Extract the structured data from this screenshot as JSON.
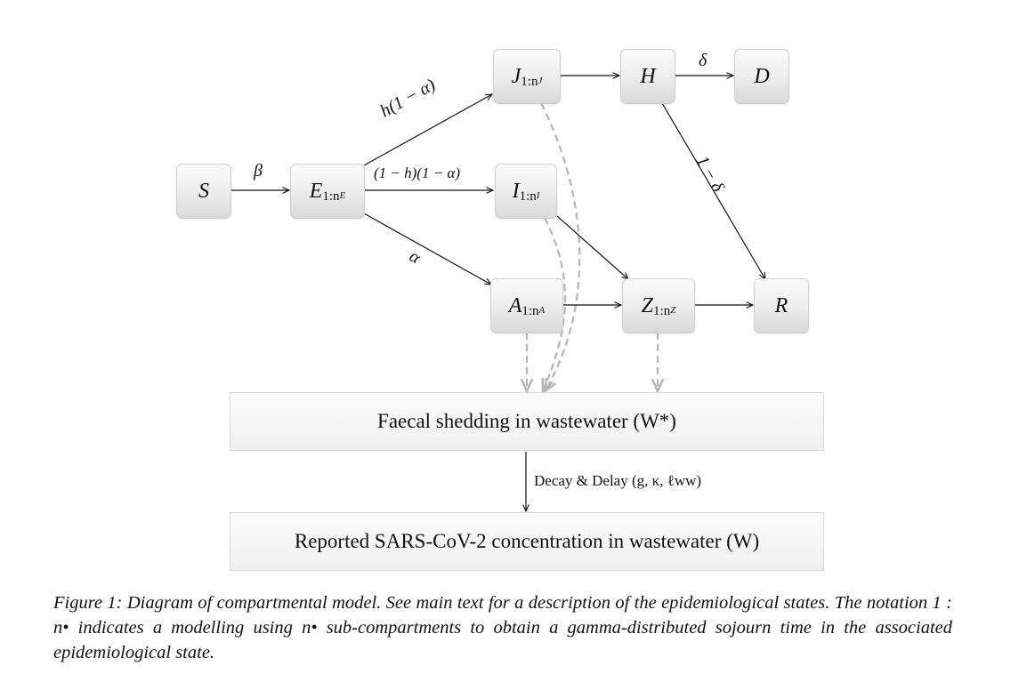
{
  "nodes": {
    "S": {
      "symbol": "S"
    },
    "E": {
      "symbol": "E",
      "sub": "1:n",
      "subsub": "E"
    },
    "J": {
      "symbol": "J",
      "sub": "1:n",
      "subsub": "J"
    },
    "I": {
      "symbol": "I",
      "sub": "1:n",
      "subsub": "I"
    },
    "A": {
      "symbol": "A",
      "sub": "1:n",
      "subsub": "A"
    },
    "H": {
      "symbol": "H"
    },
    "D": {
      "symbol": "D"
    },
    "Z": {
      "symbol": "Z",
      "sub": "1:n",
      "subsub": "Z"
    },
    "R": {
      "symbol": "R"
    }
  },
  "edge_labels": {
    "beta": "β",
    "h_one_minus_alpha": "h(1 − α)",
    "one_minus_h_one_minus_alpha": "(1 − h)(1 − α)",
    "alpha": "α",
    "delta": "δ",
    "one_minus_delta": "1 − δ",
    "decay_delay": "Decay & Delay (g, κ, ℓww)"
  },
  "boxes": {
    "faecal": "Faecal shedding in wastewater (W*)",
    "reported": "Reported SARS-CoV-2 concentration in wastewater (W)"
  },
  "caption": "Figure 1: Diagram of compartmental model. See main text for a description of the epidemiological states. The notation 1 : n• indicates a modelling using n• sub-compartments to obtain a gamma-distributed sojourn time in the associated epidemiological state.",
  "colors": {
    "arrow": "#111111",
    "dashed": "#b5b5b5"
  }
}
